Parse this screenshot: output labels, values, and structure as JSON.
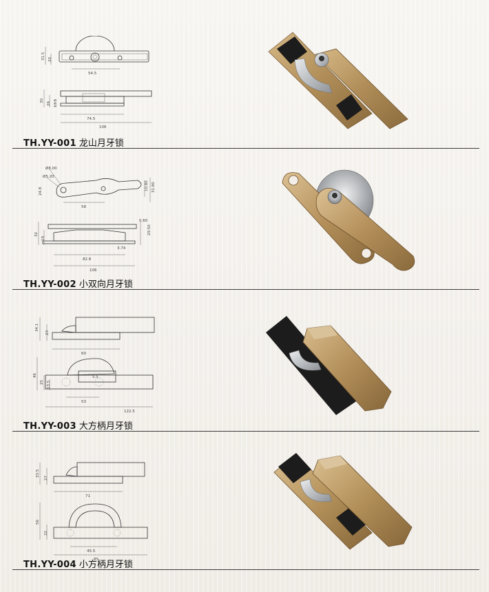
{
  "products": [
    {
      "code": "TH.YY-001",
      "name": "龙山月牙锁",
      "dims_top": [
        "31.5",
        "20",
        "54.5"
      ],
      "dims_side": [
        "30",
        "26",
        "13.5",
        "74.5",
        "106"
      ]
    },
    {
      "code": "TH.YY-002",
      "name": "小双向月牙锁",
      "dims_top": [
        "Ø8.00",
        "Ø5.20",
        "24.8",
        "58",
        "10.80",
        "31.80"
      ],
      "dims_side": [
        "32",
        "19",
        "0.60",
        "29.50",
        "3.74",
        "82.8",
        "106"
      ]
    },
    {
      "code": "TH.YY-003",
      "name": "大方柄月牙锁",
      "dims_top": [
        "34.1",
        "23",
        "60"
      ],
      "dims_side": [
        "46",
        "25",
        "13.5",
        "5.5",
        "53",
        "122.5"
      ]
    },
    {
      "code": "TH.YY-004",
      "name": "小方柄月牙锁",
      "dims_top": [
        "33.5",
        "27",
        "71"
      ],
      "dims_side": [
        "56",
        "22",
        "45.5",
        "85"
      ]
    }
  ],
  "colors": {
    "finish": "#b8955f",
    "rubber": "#1c1c1c",
    "steel": "#b9bcc0",
    "divider": "#3a3a3a"
  }
}
